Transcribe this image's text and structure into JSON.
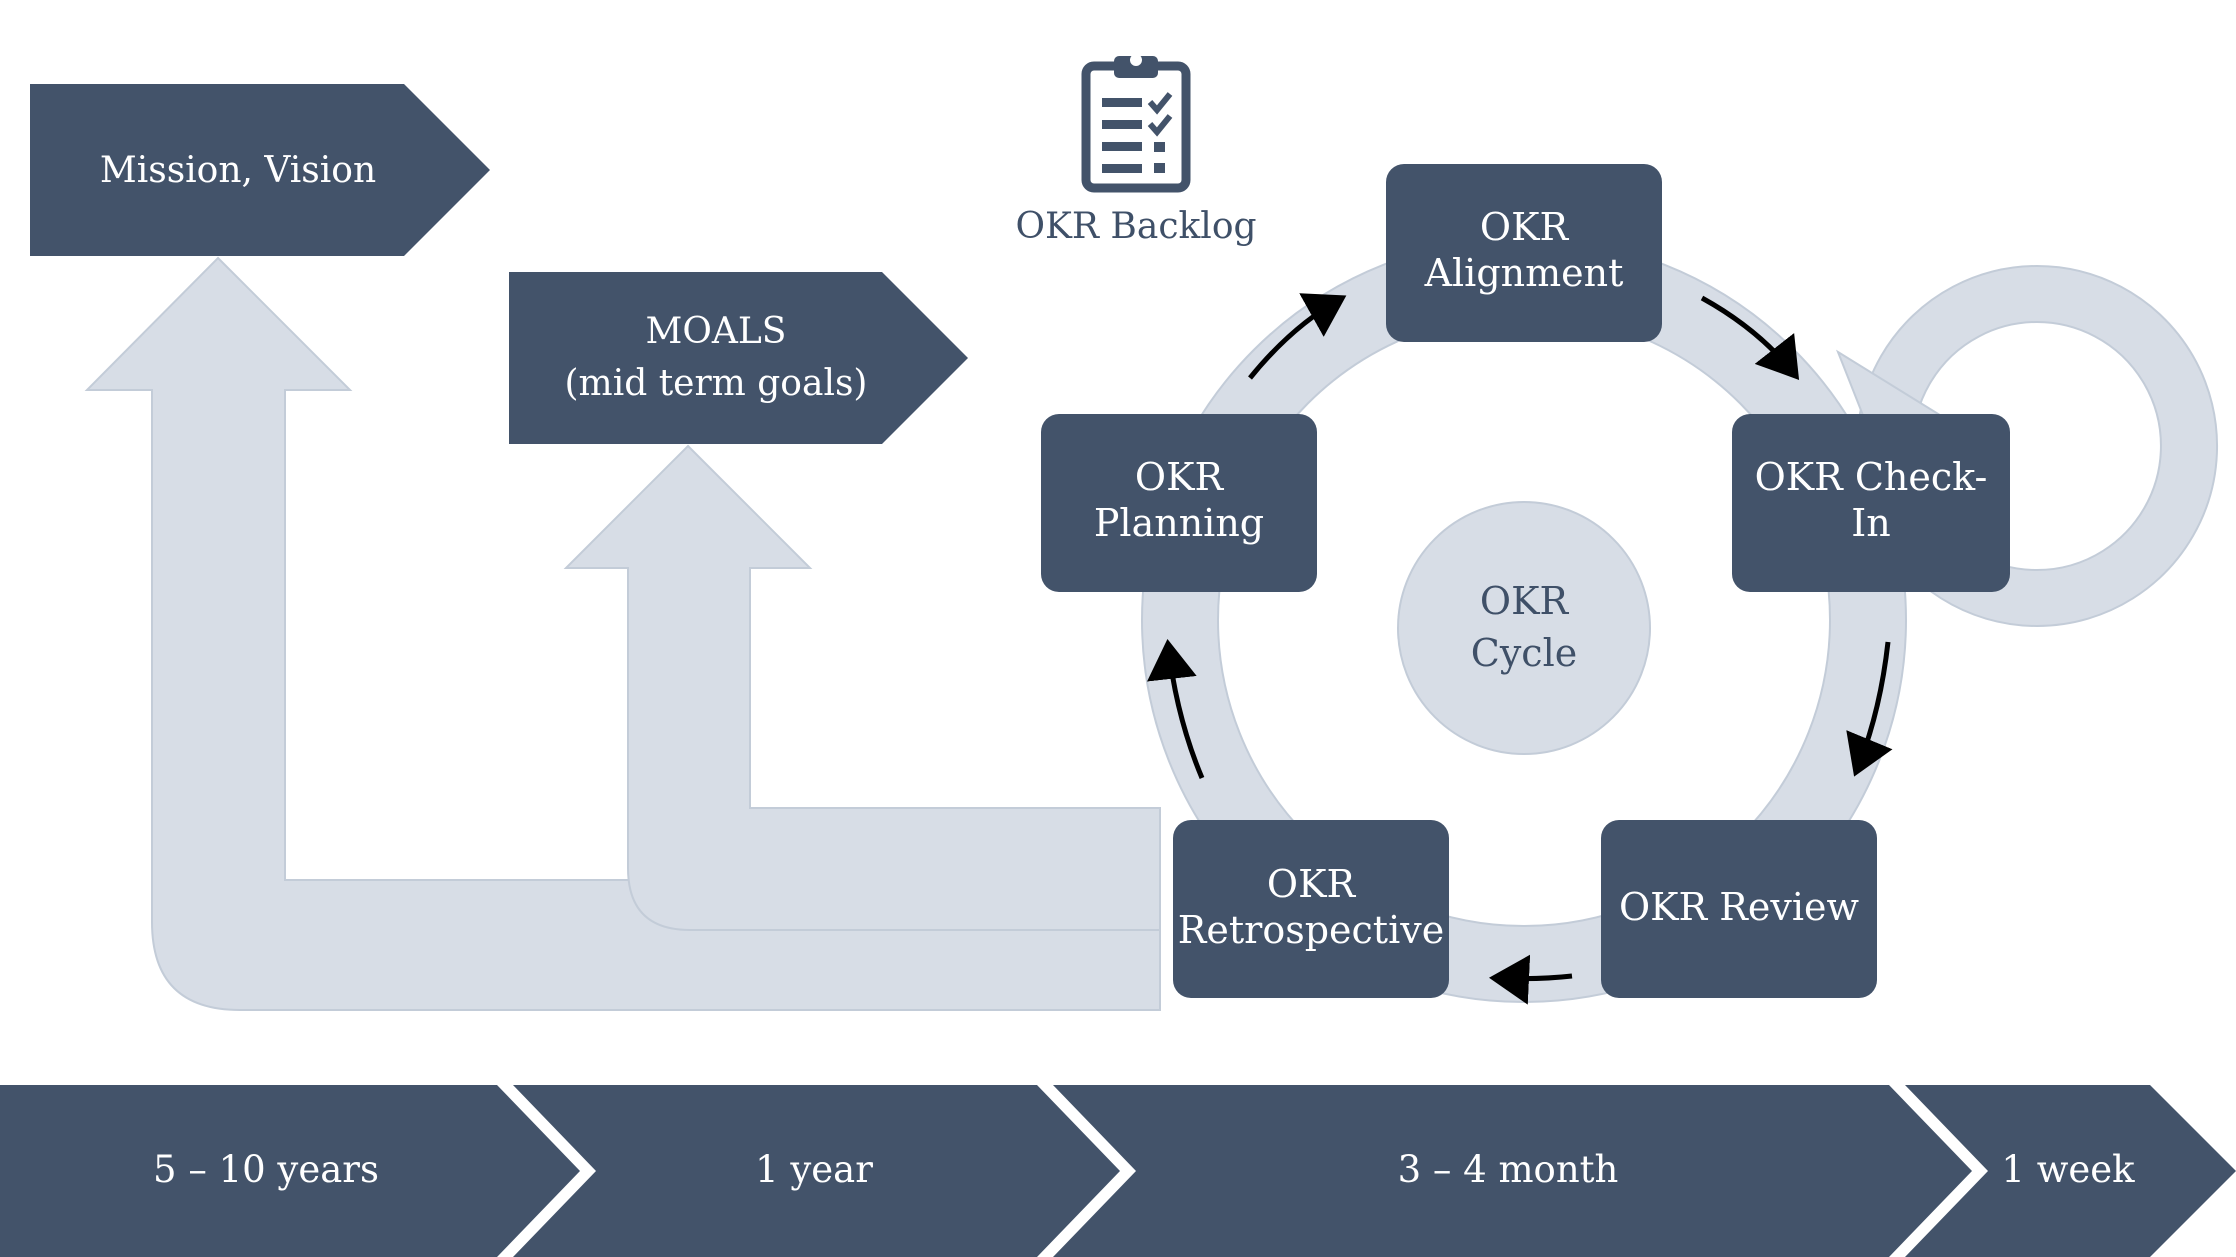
{
  "mission_box": {
    "label": "Mission, Vision"
  },
  "moals_box": {
    "line1": "MOALS",
    "line2": "(mid term goals)"
  },
  "backlog": {
    "label": "OKR Backlog",
    "icon": "clipboard-checklist-icon"
  },
  "cycle_center": {
    "line1": "OKR",
    "line2": "Cycle"
  },
  "cycle_nodes": {
    "alignment": {
      "line1": "OKR",
      "line2": "Alignment"
    },
    "checkin": {
      "line1": "OKR Check-",
      "line2": "In"
    },
    "review": {
      "line1": "OKR Review"
    },
    "retrospective": {
      "line1": "OKR",
      "line2": "Retrospective"
    },
    "planning": {
      "line1": "OKR",
      "line2": "Planning"
    }
  },
  "timeline": [
    {
      "label": "5 – 10 years"
    },
    {
      "label": "1 year"
    },
    {
      "label": "3 – 4 month"
    },
    {
      "label": "1 week"
    }
  ],
  "colors": {
    "box": "#43536a",
    "light": "#d7dde6",
    "outline": "#c3ccd8",
    "text": "#ffffff",
    "arrow": "#000000"
  }
}
